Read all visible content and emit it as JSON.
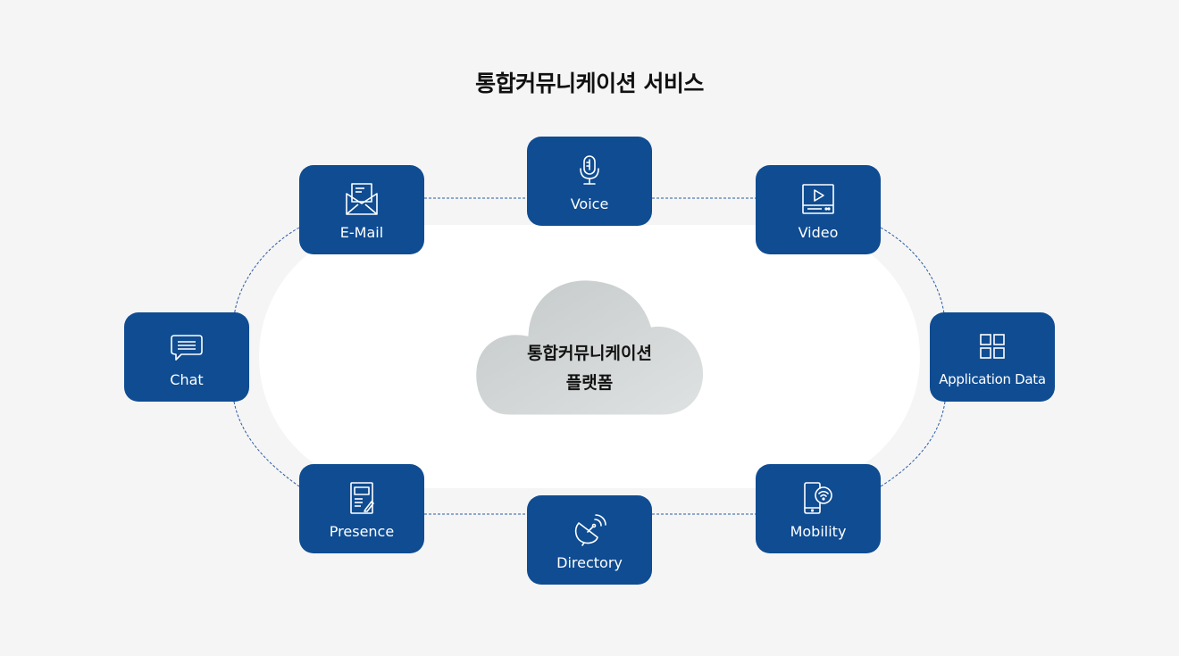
{
  "title": "통합커뮤니케이션 서비스",
  "platform": {
    "line1": "통합커뮤니케이션",
    "line2": "플랫폼"
  },
  "services": {
    "voice": {
      "label": "Voice",
      "icon": "microphone-icon"
    },
    "email": {
      "label": "E-Mail",
      "icon": "envelope-icon"
    },
    "video": {
      "label": "Video",
      "icon": "video-player-icon"
    },
    "chat": {
      "label": "Chat",
      "icon": "chat-bubble-icon"
    },
    "application_data": {
      "label": "Application Data",
      "icon": "grid-icon"
    },
    "presence": {
      "label": "Presence",
      "icon": "document-icon"
    },
    "directory": {
      "label": "Directory",
      "icon": "satellite-dish-icon"
    },
    "mobility": {
      "label": "Mobility",
      "icon": "mobile-wifi-icon"
    }
  },
  "colors": {
    "node_fill": "#0f4c92",
    "connector": "#2a5ba3",
    "background": "#f5f5f5",
    "platform_fill": "#ffffff"
  }
}
